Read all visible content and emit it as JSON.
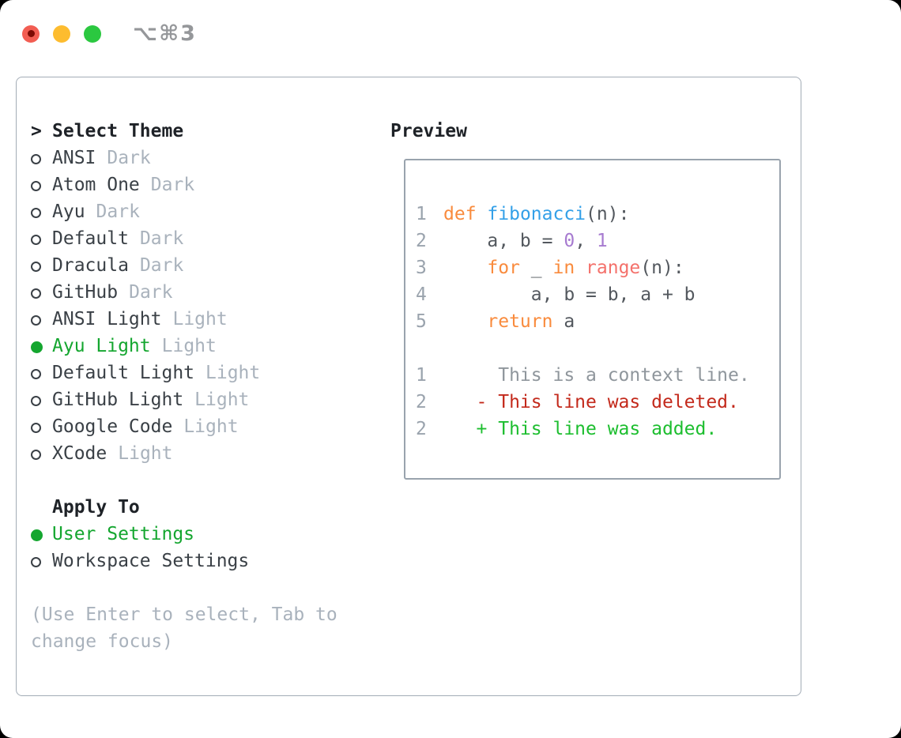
{
  "window": {
    "titlebar": {
      "title": "⌥⌘3"
    }
  },
  "theme_list": {
    "prompt": ">",
    "heading": "Select Theme",
    "items": [
      {
        "name": "ANSI",
        "variant": "Dark",
        "selected": false
      },
      {
        "name": "Atom One",
        "variant": "Dark",
        "selected": false
      },
      {
        "name": "Ayu",
        "variant": "Dark",
        "selected": false
      },
      {
        "name": "Default",
        "variant": "Dark",
        "selected": false
      },
      {
        "name": "Dracula",
        "variant": "Dark",
        "selected": false
      },
      {
        "name": "GitHub",
        "variant": "Dark",
        "selected": false
      },
      {
        "name": "ANSI Light",
        "variant": "Light",
        "selected": false
      },
      {
        "name": "Ayu Light",
        "variant": "Light",
        "selected": true
      },
      {
        "name": "Default Light",
        "variant": "Light",
        "selected": false
      },
      {
        "name": "GitHub Light",
        "variant": "Light",
        "selected": false
      },
      {
        "name": "Google Code",
        "variant": "Light",
        "selected": false
      },
      {
        "name": "XCode",
        "variant": "Light",
        "selected": false
      }
    ]
  },
  "apply_to": {
    "heading": "Apply To",
    "options": [
      {
        "label": "User Settings",
        "selected": true
      },
      {
        "label": "Workspace Settings",
        "selected": false
      }
    ]
  },
  "hint": "(Use Enter to select, Tab to change focus)",
  "preview": {
    "heading": "Preview",
    "lines": [
      {
        "gutter": "1",
        "tokens": [
          {
            "t": "def",
            "c": "kw"
          },
          {
            "t": " ",
            "c": "fg"
          },
          {
            "t": "fibonacci",
            "c": "fn"
          },
          {
            "t": "(n):",
            "c": "fg"
          }
        ]
      },
      {
        "gutter": "2",
        "tokens": [
          {
            "t": "    a, b = ",
            "c": "fg"
          },
          {
            "t": "0",
            "c": "num"
          },
          {
            "t": ", ",
            "c": "fg"
          },
          {
            "t": "1",
            "c": "num"
          }
        ]
      },
      {
        "gutter": "3",
        "tokens": [
          {
            "t": "    ",
            "c": "fg"
          },
          {
            "t": "for",
            "c": "kw"
          },
          {
            "t": " _ ",
            "c": "fg"
          },
          {
            "t": "in",
            "c": "kw"
          },
          {
            "t": " ",
            "c": "fg"
          },
          {
            "t": "range",
            "c": "special"
          },
          {
            "t": "(n):",
            "c": "fg"
          }
        ]
      },
      {
        "gutter": "4",
        "tokens": [
          {
            "t": "        a, b = b, a + b",
            "c": "fg"
          }
        ]
      },
      {
        "gutter": "5",
        "tokens": [
          {
            "t": "    ",
            "c": "fg"
          },
          {
            "t": "return",
            "c": "kw"
          },
          {
            "t": " a",
            "c": "fg"
          }
        ]
      },
      {
        "gutter": "",
        "tokens": []
      },
      {
        "gutter": "1",
        "tokens": [
          {
            "t": "     This is a context line.",
            "c": "ctx"
          }
        ]
      },
      {
        "gutter": "2",
        "tokens": [
          {
            "t": "   ",
            "c": "fg"
          },
          {
            "t": "- This line was deleted.",
            "c": "del"
          }
        ]
      },
      {
        "gutter": "2",
        "tokens": [
          {
            "t": "   ",
            "c": "fg"
          },
          {
            "t": "+ This line was added.",
            "c": "add"
          }
        ]
      }
    ]
  },
  "colors": {
    "window-bg": "#FFFFFF",
    "panel-border": "#A3ACB6",
    "box-border": "#99A3AD",
    "heading": "#1E2227",
    "text-dark": "#3A4046",
    "muted": "#A9B2BC",
    "sel-green": "#14A62F",
    "gutter": "#9AA3AD",
    "fg": "#53585E",
    "kw": "#F98B3D",
    "fn": "#33A0E8",
    "num": "#A77BD0",
    "special": "#F4716B",
    "ctx": "#8F969C",
    "del": "#C3291B",
    "add": "#1DBE2F",
    "tl-red": "#F25D52",
    "tl-red-dot": "#7D0B04",
    "tl-yellow": "#FDBC2F",
    "tl-green": "#2BC840",
    "title-gray": "#95979A"
  }
}
